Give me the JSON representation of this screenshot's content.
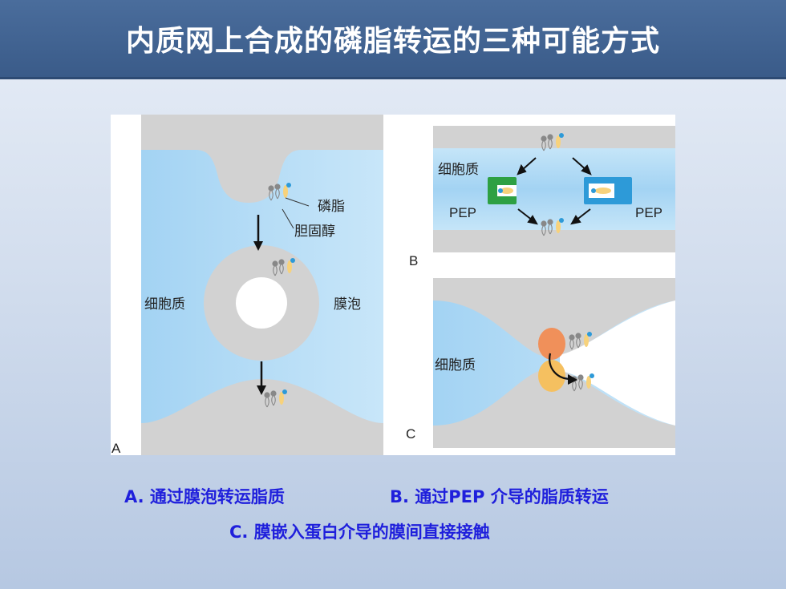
{
  "slide": {
    "title": "内质网上合成的磷脂转运的三种可能方式"
  },
  "figure": {
    "panel_a": {
      "letter": "A",
      "phospholipid_label": "磷脂",
      "cholesterol_label": "胆固醇",
      "cytosol_label": "细胞质",
      "vesicle_label": "膜泡"
    },
    "panel_b": {
      "letter": "B",
      "cytosol_label": "细胞质",
      "pep_left_label": "PEP",
      "pep_right_label": "PEP"
    },
    "panel_c": {
      "letter": "C",
      "cytosol_label": "细胞质"
    }
  },
  "captions": {
    "line1_a": "A. 通过膜泡转运脂质",
    "line1_b": "B. 通过PEP 介导的脂质转运",
    "line2": "C. 膜嵌入蛋白介导的膜间直接接触"
  },
  "colors": {
    "title_bar": "#3a5b89",
    "caption_text": "#1f1fdc",
    "membrane_gray": "#d2d2d2",
    "cytosol_blue": "#a7d4f2",
    "pep_green": "#2ea043",
    "pep_blue": "#2d9ad8",
    "protein_orange": "#f0905a",
    "protein_yellow": "#f5c060"
  }
}
